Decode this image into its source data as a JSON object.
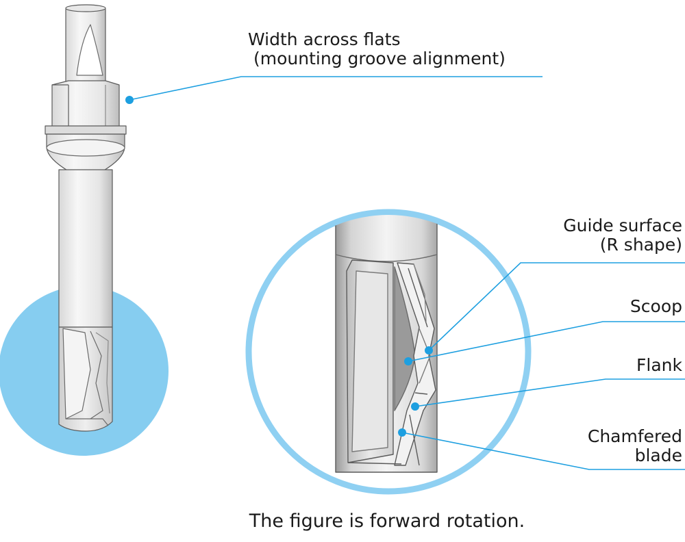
{
  "labels": {
    "width_across_flats": {
      "line1": "Width across flats",
      "line2": "(mounting groove alignment)"
    },
    "guide_surface": {
      "line1": "Guide surface",
      "line2": "(R shape)"
    },
    "scoop": "Scoop",
    "flank": "Flank",
    "chamfered_blade": {
      "line1": "Chamfered",
      "line2": "blade"
    }
  },
  "caption": "The figure is forward rotation.",
  "colors": {
    "accent_blue": "#1d9fe0",
    "circle_fill": "#86cdf0",
    "circle_ring": "#8fd0f2",
    "metal_light": "#f2f2f2",
    "metal_shade": "#c9c9c9",
    "outline": "#5a5a5a"
  }
}
